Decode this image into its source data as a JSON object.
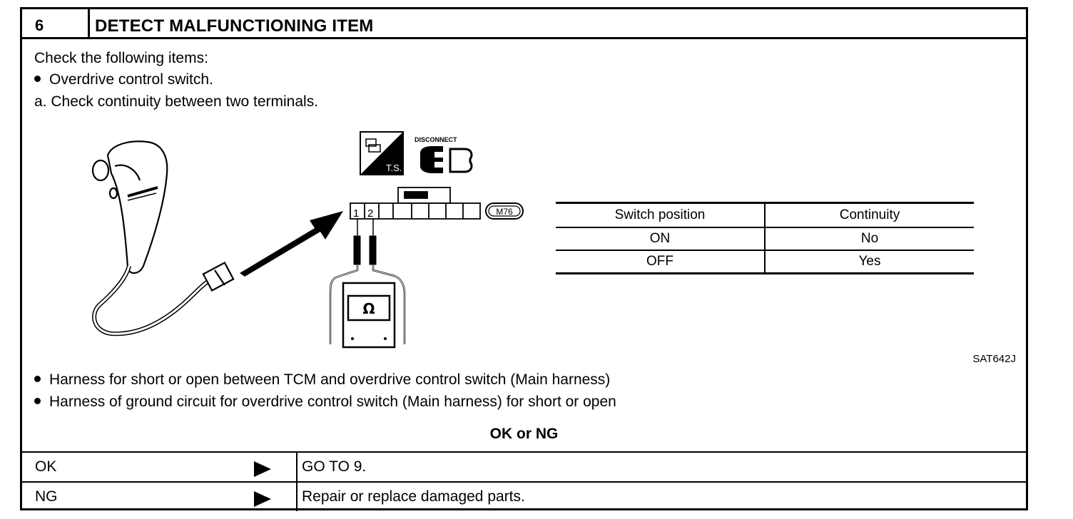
{
  "header": {
    "step_number": "6",
    "title": "DETECT MALFUNCTIONING ITEM"
  },
  "instructions": {
    "intro": "Check the following items:",
    "item1": "Overdrive control switch.",
    "step_a": "a.  Check continuity between two terminals."
  },
  "diagram": {
    "disconnect_label": "DISCONNECT",
    "ts_label": "T.S.",
    "connector_code": "M76",
    "terminal_1": "1",
    "terminal_2": "2",
    "ohm_symbol": "Ω",
    "figure_id": "SAT642J"
  },
  "continuity_table": {
    "headers": [
      "Switch position",
      "Continuity"
    ],
    "rows": [
      {
        "position": "ON",
        "continuity": "No"
      },
      {
        "position": "OFF",
        "continuity": "Yes"
      }
    ]
  },
  "harness_checks": {
    "item1": "Harness for short or open between TCM and overdrive control switch (Main harness)",
    "item2": "Harness of ground circuit for overdrive control switch (Main harness) for short or open"
  },
  "result": {
    "prompt": "OK or NG",
    "ok_label": "OK",
    "ok_action": "GO TO 9.",
    "ng_label": "NG",
    "ng_action": "Repair or replace damaged parts."
  }
}
